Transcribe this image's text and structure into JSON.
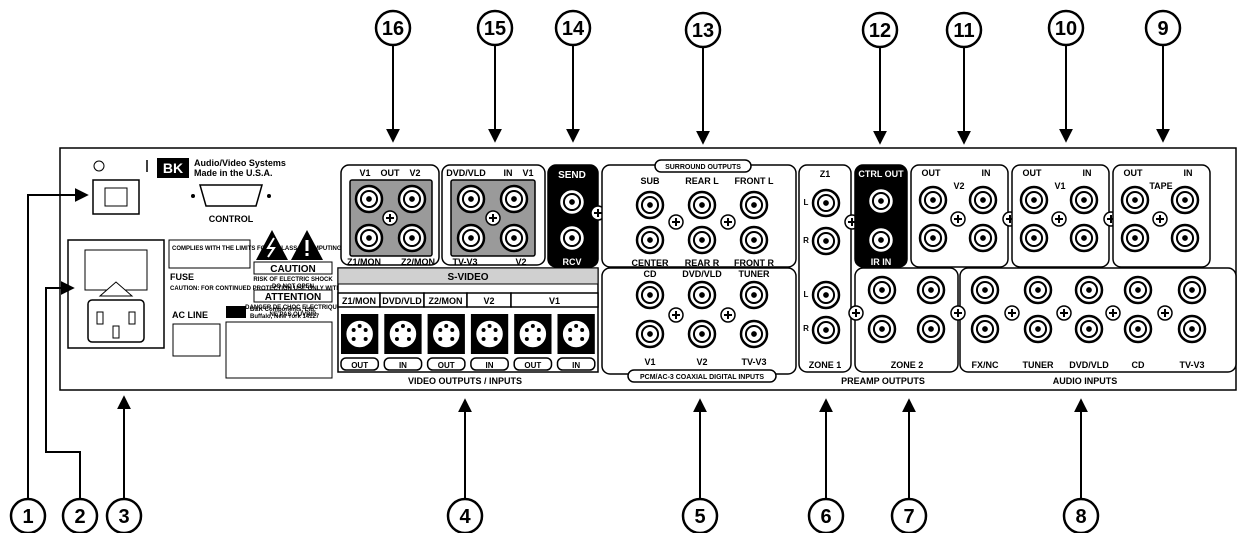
{
  "callouts": [
    "1",
    "2",
    "3",
    "4",
    "5",
    "6",
    "7",
    "8",
    "9",
    "10",
    "11",
    "12",
    "13",
    "14",
    "15",
    "16"
  ],
  "power": {
    "off_symbol": "O",
    "on_symbol": "I"
  },
  "brand": {
    "logo_text": "BK",
    "line1": "Audio/Video Systems",
    "line2": "Made in the U.S.A.",
    "control_label": "CONTROL"
  },
  "fuse": {
    "title": "FUSE",
    "fine_print": "CAUTION: FOR CONTINUED PROTECTION USE ONLY WITH SAME TYPE AND RATING"
  },
  "compliance": "COMPLIES WITH THE LIMITS FOR A CLASS B COMPUTING DEVICE",
  "warnings": {
    "caution_title": "CAUTION",
    "caution_text1": "RISK OF ELECTRIC SHOCK",
    "caution_text2": "DO NOT OPEN",
    "attention_title": "ATTENTION",
    "attention_text1": "DANGER DE CHOC ELECTRIQUE",
    "attention_text2": "NE PAS OUVRIR"
  },
  "ac_line": "AC LINE",
  "address": {
    "line1": "B&K Components, Ltd.",
    "line2": "Buffalo, New York 14127"
  },
  "video_rca": {
    "top": [
      "V1",
      "OUT",
      "V2"
    ],
    "bottom": [
      "Z1/MON",
      "Z2/MON"
    ]
  },
  "dvd_rca": {
    "top": [
      "DVD/VLD",
      "IN",
      "V1"
    ],
    "bottom": [
      "TV-V3",
      "V2"
    ]
  },
  "send_rcv": {
    "send": "SEND",
    "rcv": "RCV"
  },
  "svideo": {
    "title": "S-VIDEO",
    "top_labels": [
      "Z1/MON",
      "DVD/VLD",
      "Z2/MON",
      "V2",
      "V1"
    ],
    "bottom_labels": [
      "OUT",
      "IN",
      "OUT",
      "IN",
      "OUT",
      "IN"
    ],
    "section": "VIDEO OUTPUTS / INPUTS"
  },
  "surround": {
    "title": "SURROUND OUTPUTS",
    "top": [
      "SUB",
      "REAR L",
      "FRONT L"
    ],
    "bottom": [
      "CENTER",
      "REAR R",
      "FRONT R"
    ]
  },
  "coax": {
    "top": [
      "CD",
      "DVD/VLD",
      "TUNER"
    ],
    "bottom": [
      "V1",
      "V2",
      "TV-V3"
    ],
    "section": "PCM/AC-3 COAXIAL DIGITAL INPUTS"
  },
  "zone1": {
    "title": "Z1",
    "l": "L",
    "r": "R",
    "name": "ZONE 1"
  },
  "ctrl": {
    "top": "CTRL OUT",
    "bottom": "IR IN"
  },
  "zone2": {
    "name": "ZONE 2"
  },
  "preamp_section": "PREAMP OUTPUTS",
  "v2_group": {
    "out": "OUT",
    "in": "IN",
    "name": "V2"
  },
  "v1_group": {
    "out": "OUT",
    "in": "IN",
    "name": "V1"
  },
  "tape_group": {
    "out": "OUT",
    "in": "IN",
    "name": "TAPE"
  },
  "audio_inputs": {
    "labels": [
      "FX/NC",
      "TUNER",
      "DVD/VLD",
      "CD",
      "TV-V3"
    ],
    "section": "AUDIO INPUTS"
  }
}
